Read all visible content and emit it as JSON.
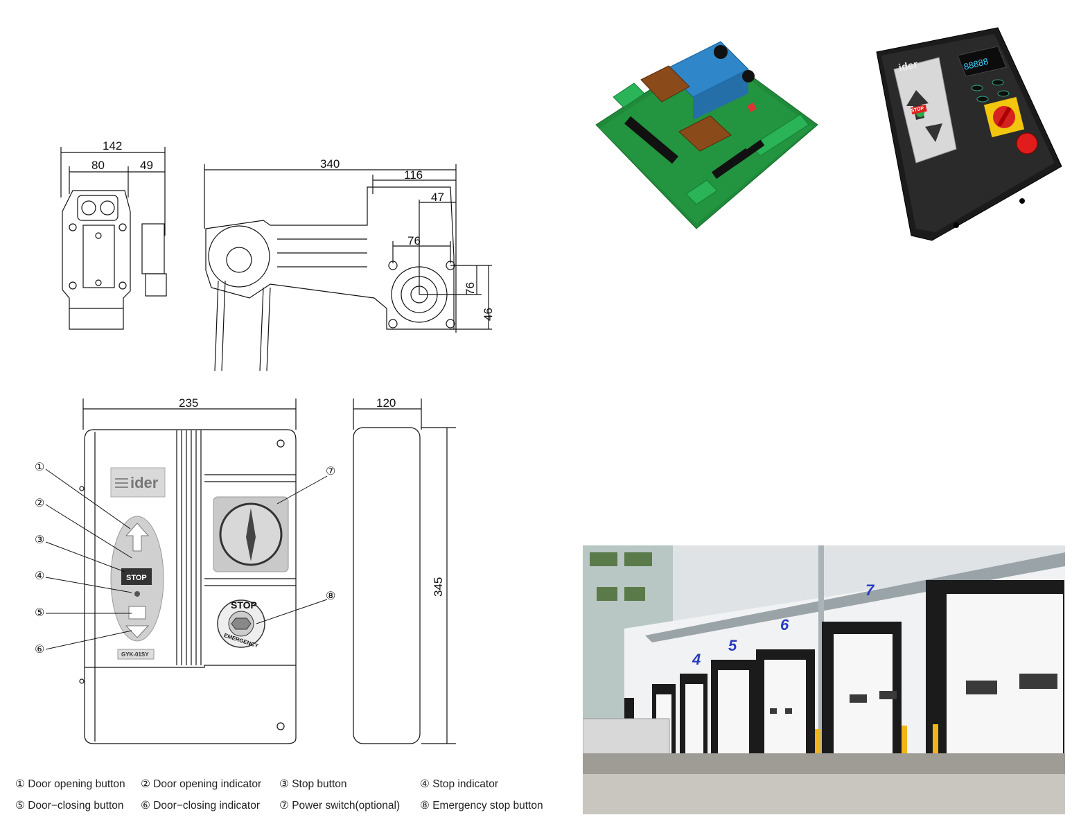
{
  "motor_drawing": {
    "dimensions": {
      "total_width": "142",
      "body_width": "80",
      "side_width": "49",
      "length": "340",
      "gear_width": "116",
      "shaft_offset": "47",
      "bolt_spacing": "76",
      "height_76": "76",
      "height_46": "46"
    }
  },
  "control_box_drawing": {
    "width": "235",
    "depth": "120",
    "height": "345",
    "brand_text": "ider",
    "model_label": "GYK-01SY",
    "stop_label": "STOP",
    "emergency_top": "STOP",
    "emergency_bottom": "EMERGENCY",
    "callouts": [
      "①",
      "②",
      "③",
      "④",
      "⑤",
      "⑥",
      "⑦",
      "⑧"
    ]
  },
  "legend": {
    "row1": [
      "① Door opening button",
      "② Door opening indicator",
      "③ Stop button",
      "④ Stop indicator"
    ],
    "row2": [
      "⑤ Door−closing button",
      "⑥ Door−closing indicator",
      "⑦ Power switch(optional)",
      "⑧ Emergency stop button"
    ]
  },
  "photos": {
    "control_box_brand": "ider",
    "control_box_stop": "STOP",
    "display_value": "88888",
    "dock_numbers": [
      "4",
      "5",
      "6",
      "7"
    ]
  }
}
